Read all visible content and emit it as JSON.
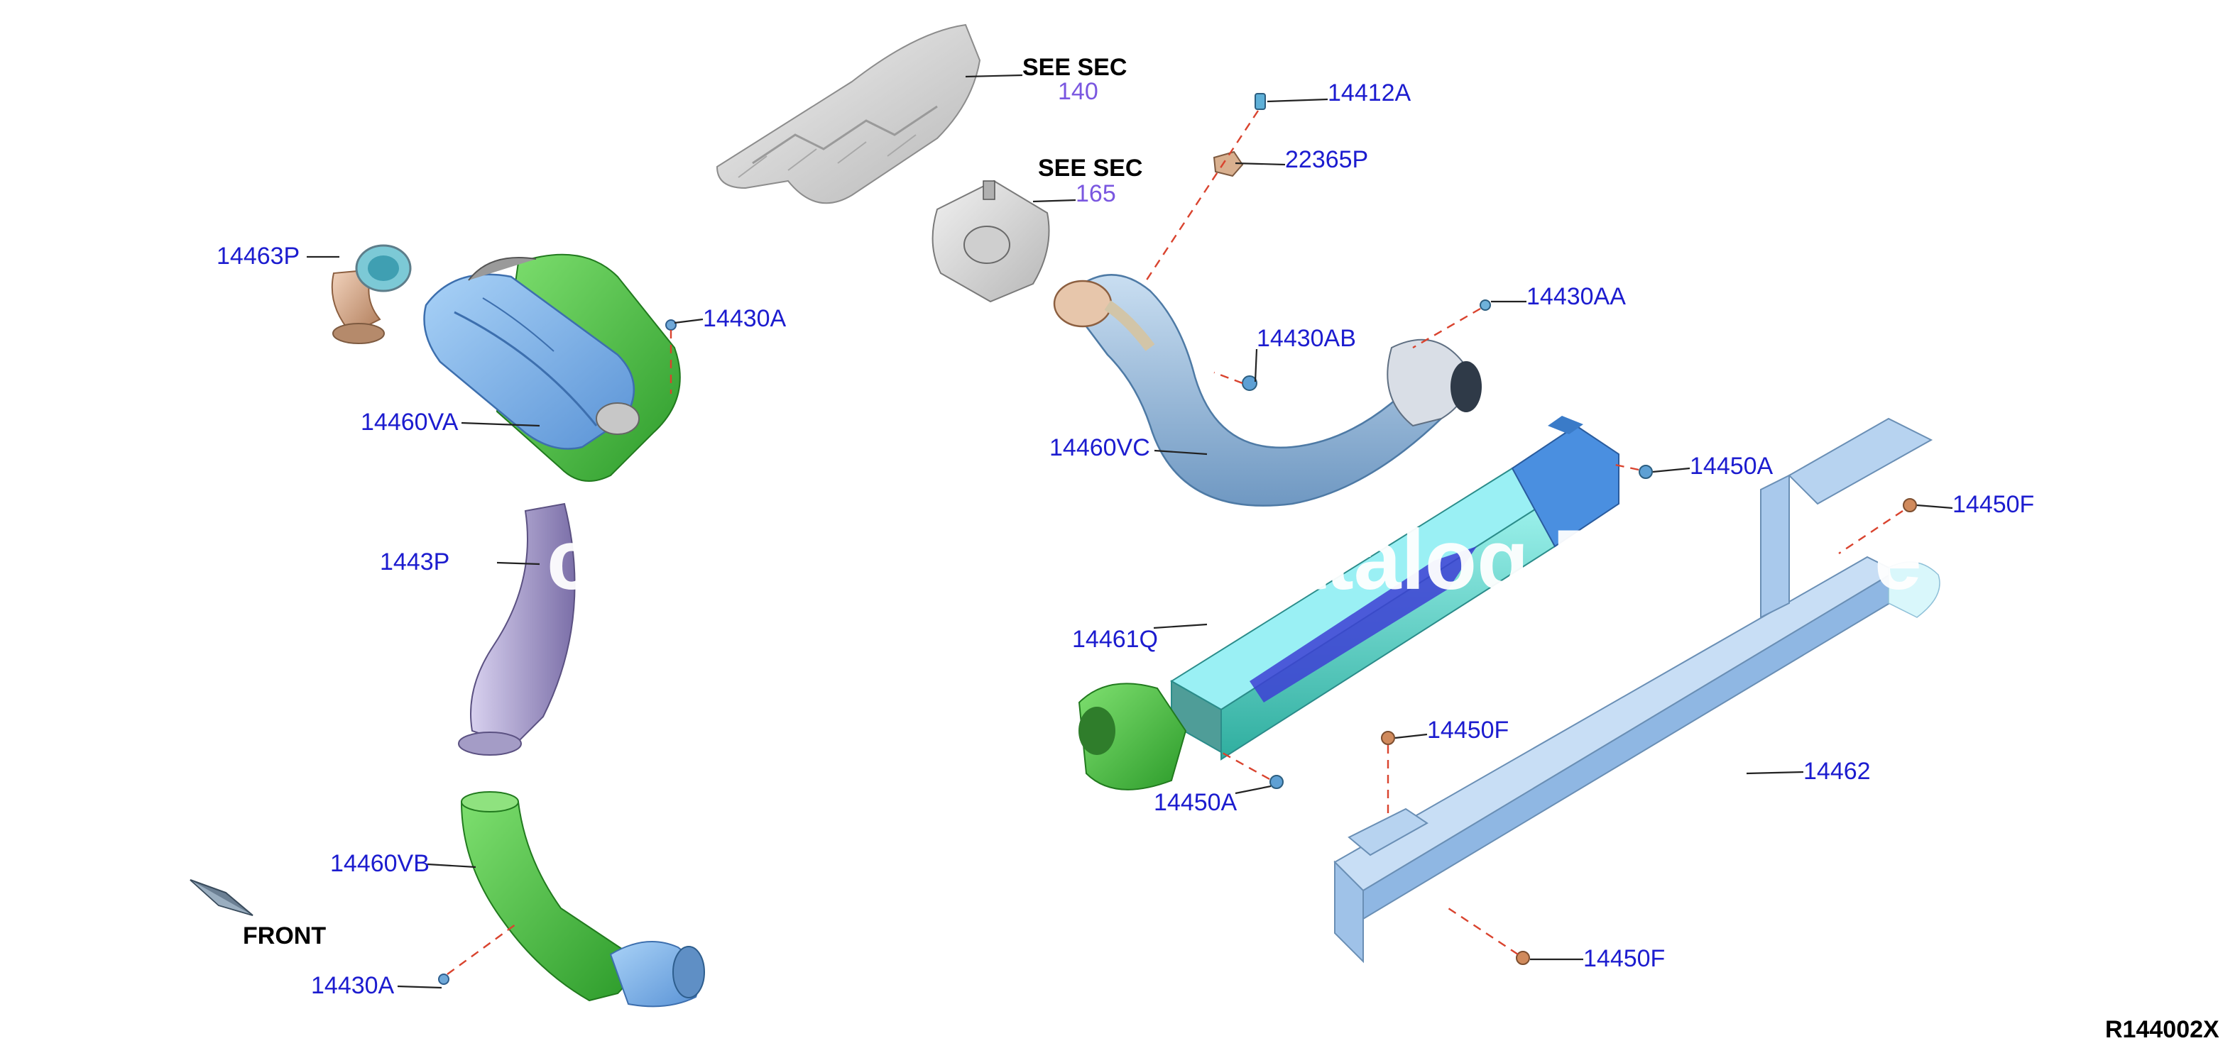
{
  "labels": {
    "p14463P": "14463P",
    "p14430A_top": "14430A",
    "p14460VA": "14460VA",
    "p1443P_obscured": "1443P",
    "p14460VB": "14460VB",
    "front": "FRONT",
    "p14430A_bottom": "14430A",
    "see_sec_1": "SEE SEC",
    "see_sec_1_num": "140",
    "see_sec_2": "SEE SEC",
    "see_sec_2_num": "165",
    "p14412A": "14412A",
    "p22365P": "22365P",
    "p14430AA": "14430AA",
    "p14430AB": "14430AB",
    "p14460VC": "14460VC",
    "p14450A_right": "14450A",
    "p14450F_top": "14450F",
    "p14461Q": "14461Q",
    "p14450F_mid": "14450F",
    "p14450A_bottom": "14450A",
    "p14462": "14462",
    "p14450F_bottom": "14450F",
    "diagram_code": "R144002X"
  },
  "watermark": {
    "segments": [
      "ch",
      "atalog R",
      "e"
    ]
  },
  "colors": {
    "label_blue": "#1c1ccf",
    "link_purple": "#7a57e0",
    "leader_dash": "#d9432e",
    "part_blue": "#7fb3ea",
    "part_green": "#4cc23c",
    "part_gray": "#d6d6d6",
    "part_bronze": "#c89a78",
    "part_purple": "#9c91c4",
    "part_teal": "#3fbcb2",
    "part_cyan": "#9af0f4",
    "part_navy": "#3d3fd4"
  }
}
